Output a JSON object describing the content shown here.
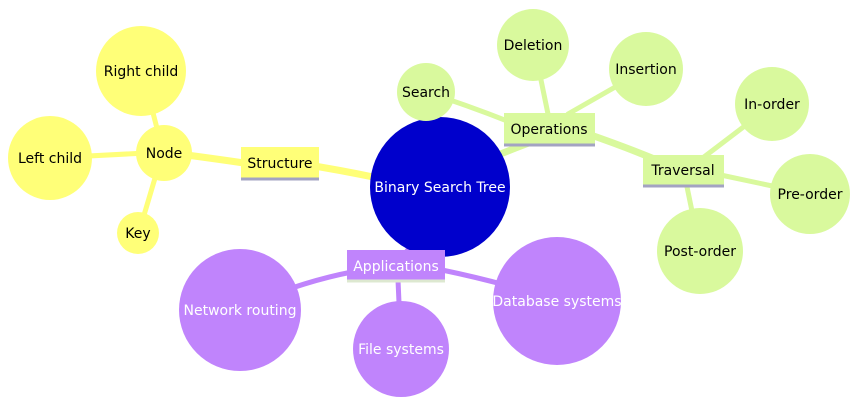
{
  "colors": {
    "yellow": "#ffff78",
    "green": "#d9f99d",
    "purple": "#c084fc",
    "root": "#0000cc",
    "underline": "#a3a3c2"
  },
  "root": {
    "label": "Binary Search Tree"
  },
  "structure": {
    "label": "Structure",
    "node": {
      "label": "Node",
      "children": [
        "Right child",
        "Left child",
        "Key"
      ]
    }
  },
  "operations": {
    "label": "Operations",
    "children": [
      "Search",
      "Deletion",
      "Insertion"
    ],
    "traversal": {
      "label": "Traversal",
      "children": [
        "In-order",
        "Pre-order",
        "Post-order"
      ]
    }
  },
  "applications": {
    "label": "Applications",
    "children": [
      "Network routing",
      "File systems",
      "Database systems"
    ]
  }
}
